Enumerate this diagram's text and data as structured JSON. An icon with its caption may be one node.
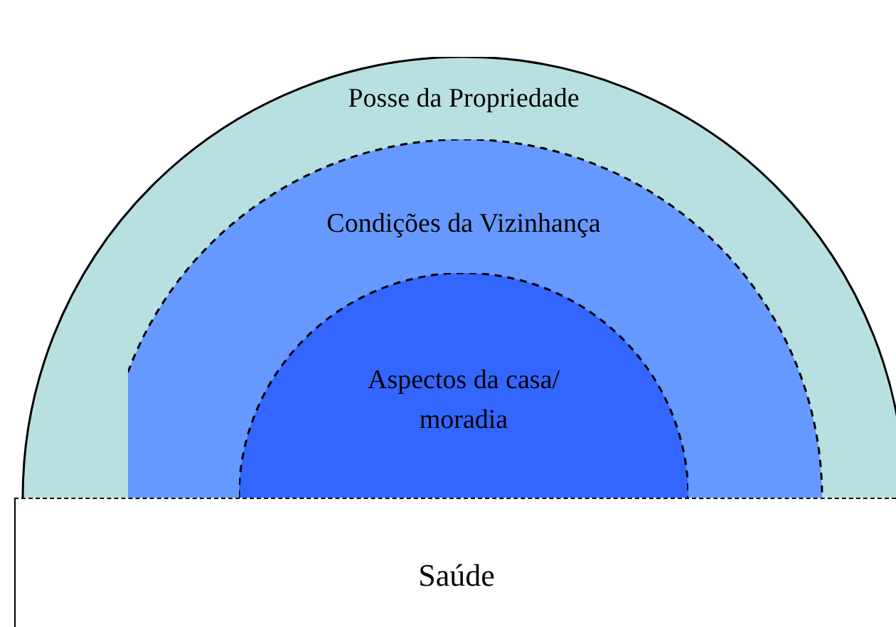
{
  "diagram": {
    "nodes": [
      {
        "text": [
          "Posse da Propriedade"
        ]
      },
      {
        "text": [
          "Condições da Vizinhança"
        ],
        "in": 0
      },
      {
        "text": [
          "Aspectos da casa/ moradia"
        ],
        "in": 1
      },
      {
        "text": [
          "Saúde"
        ]
      }
    ]
  }
}
